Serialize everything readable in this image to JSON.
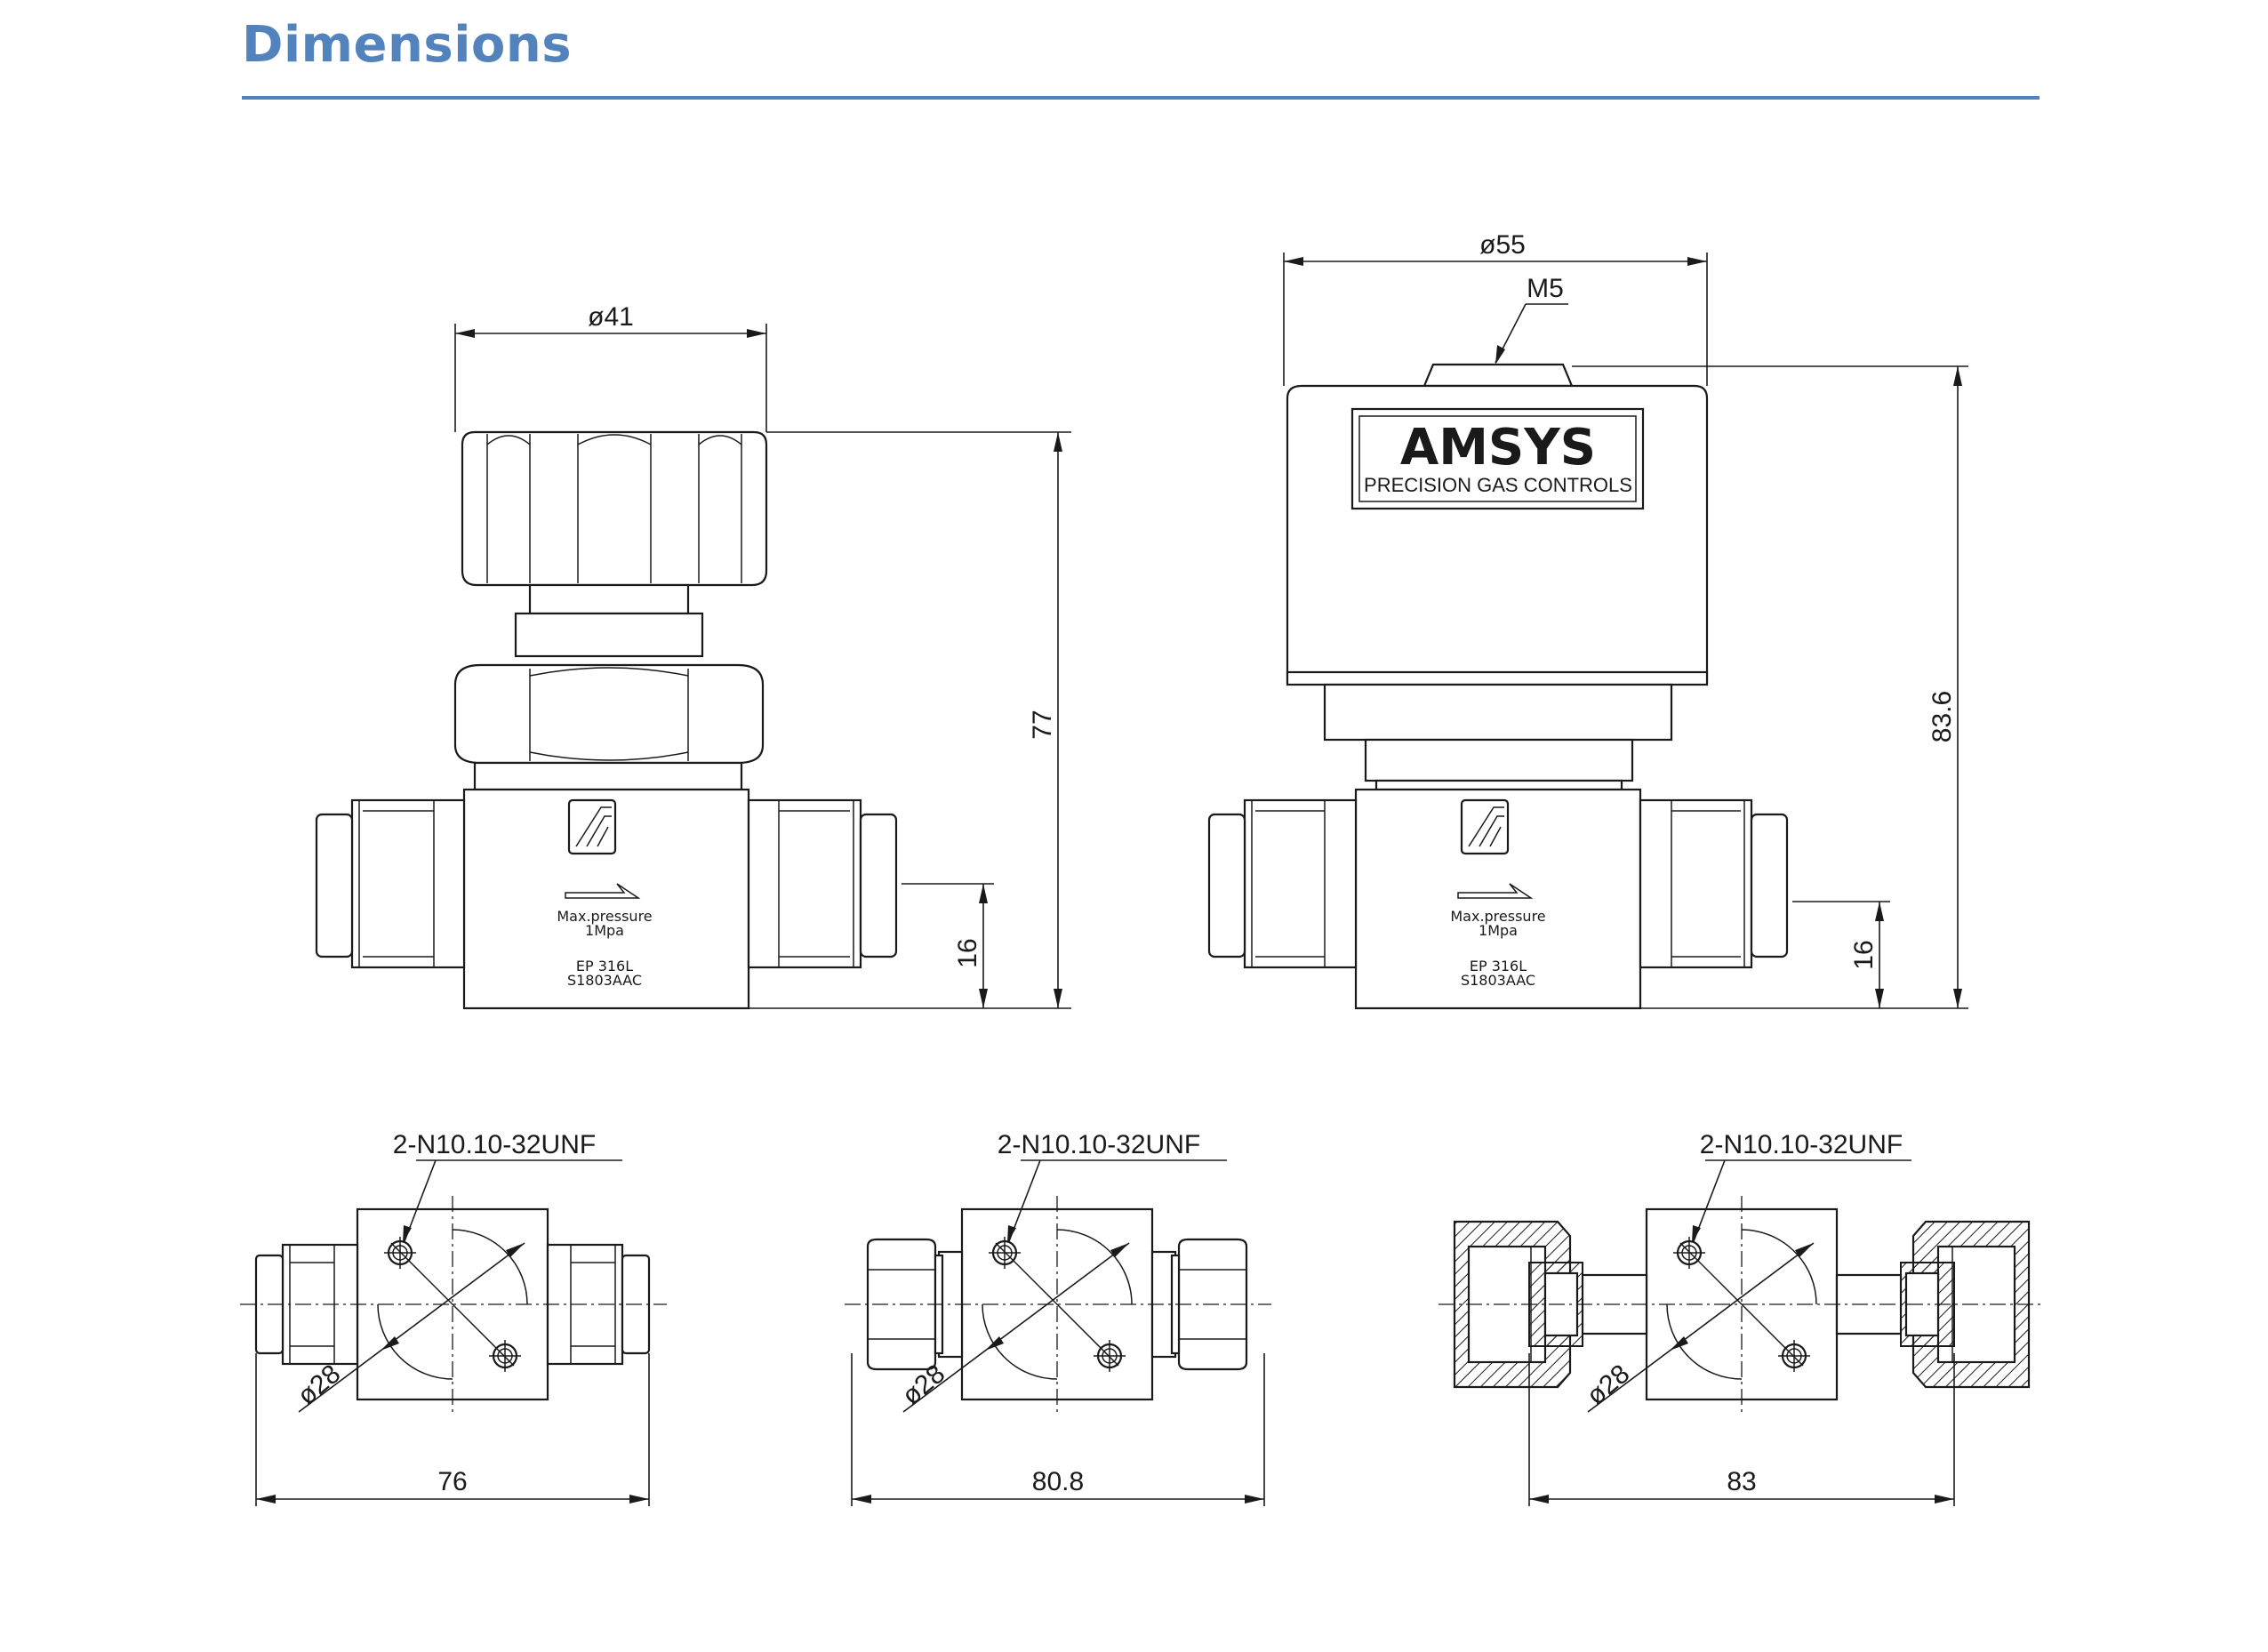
{
  "page": {
    "heading": "Dimensions"
  },
  "view_front_handwheel": {
    "knob_diameter": "ø41",
    "overall_height": "77",
    "port_height": "16",
    "label_pressure": "Max.pressure",
    "label_pressure_value": "1Mpa",
    "label_material": "EP  316L",
    "label_serial": "S1803AAC"
  },
  "view_front_actuator": {
    "actuator_diameter": "ø55",
    "thread_callout": "M5",
    "overall_height": "83.6",
    "port_height": "16",
    "brand_name": "AMSYS",
    "brand_tagline": "PRECISION  GAS  CONTROLS",
    "label_pressure": "Max.pressure",
    "label_pressure_value": "1Mpa",
    "label_material": "EP  316L",
    "label_serial": "S1803AAC"
  },
  "view_bottom_1": {
    "hole_callout": "2-N10.10-32UNF",
    "bolt_circle": "ø28",
    "overall_length": "76"
  },
  "view_bottom_2": {
    "hole_callout": "2-N10.10-32UNF",
    "bolt_circle": "ø28",
    "overall_length": "80.8"
  },
  "view_bottom_3": {
    "hole_callout": "2-N10.10-32UNF",
    "bolt_circle": "ø28",
    "overall_length": "83"
  }
}
